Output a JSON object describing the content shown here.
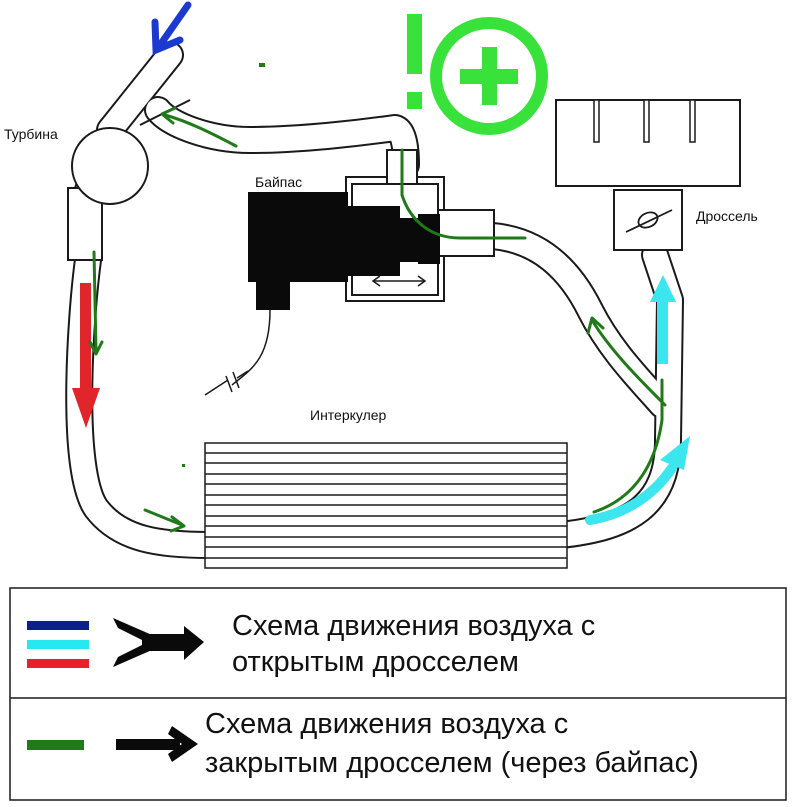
{
  "labels": {
    "turbine": "Турбина",
    "bypass": "Байпас",
    "throttle": "Дроссель",
    "intercooler": "Интеркулер"
  },
  "legend": {
    "open": {
      "line1": "Схема движения воздуха с",
      "line2": "открытым дросселем",
      "colors": [
        "#0d1f8a",
        "#27e8f0",
        "#e8202a"
      ]
    },
    "closed": {
      "line1": "Схема движения воздуха с",
      "line2": "закрытым дросселем (через байпас)",
      "color": "#1f7a18"
    }
  },
  "colors": {
    "pipe_stroke": "#1a1a1a",
    "flow_closed": "#1f7a18",
    "flow_open_in": "#1c3ad0",
    "flow_open_hot": "#e0262b",
    "flow_open_cold": "#3ce6ee",
    "badge": "#38e23a"
  },
  "icons": [
    "exclamation-mark-icon",
    "plus-circle-icon",
    "double-arrow-icon",
    "capacitor-symbol-icon",
    "throttle-valve-icon"
  ]
}
